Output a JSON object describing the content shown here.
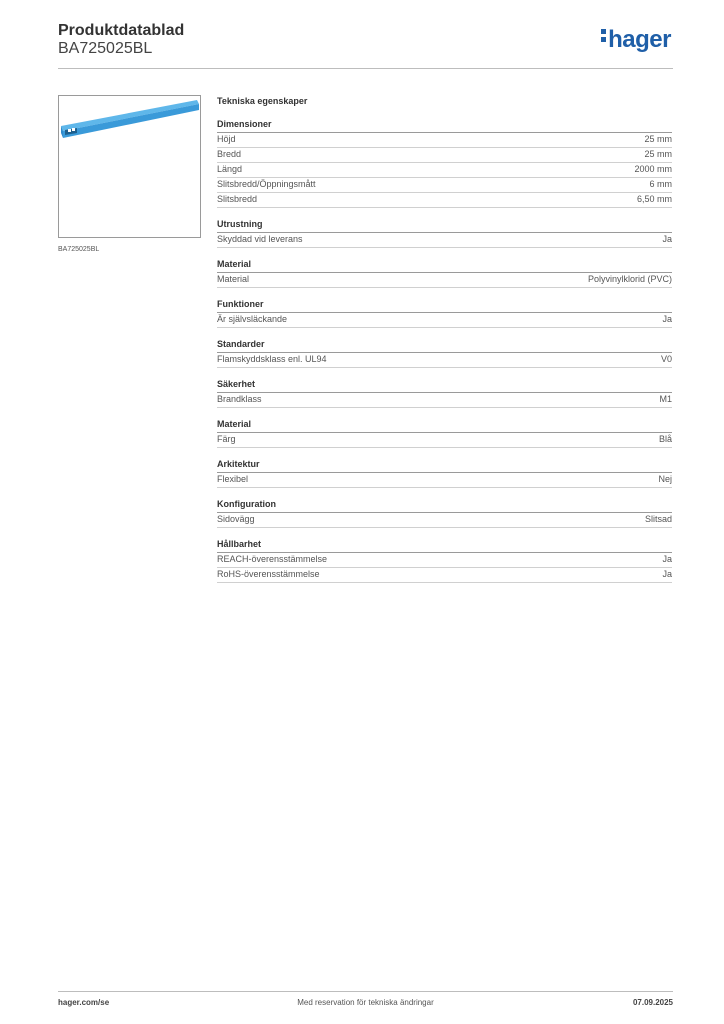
{
  "header": {
    "title": "Produktdatablad",
    "subtitle": "BA725025BL",
    "logo": "hager",
    "brand_color": "#1f5fa8"
  },
  "product": {
    "image_caption": "BA725025BL",
    "product_color": "#3a9ad9"
  },
  "specs": {
    "title": "Tekniska egenskaper",
    "groups": [
      {
        "title": "Dimensioner",
        "rows": [
          {
            "label": "Höjd",
            "value": "25 mm"
          },
          {
            "label": "Bredd",
            "value": "25 mm"
          },
          {
            "label": "Längd",
            "value": "2000 mm"
          },
          {
            "label": "Slitsbredd/Öppningsmått",
            "value": "6 mm"
          },
          {
            "label": "Slitsbredd",
            "value": "6,50 mm"
          }
        ]
      },
      {
        "title": "Utrustning",
        "rows": [
          {
            "label": "Skyddad vid leverans",
            "value": "Ja"
          }
        ]
      },
      {
        "title": "Material",
        "rows": [
          {
            "label": "Material",
            "value": "Polyvinylklorid (PVC)"
          }
        ]
      },
      {
        "title": "Funktioner",
        "rows": [
          {
            "label": "Är självsläckande",
            "value": "Ja"
          }
        ]
      },
      {
        "title": "Standarder",
        "rows": [
          {
            "label": "Flamskyddsklass enl. UL94",
            "value": "V0"
          }
        ]
      },
      {
        "title": "Säkerhet",
        "rows": [
          {
            "label": "Brandklass",
            "value": "M1"
          }
        ]
      },
      {
        "title": "Material",
        "rows": [
          {
            "label": "Färg",
            "value": "Blå"
          }
        ]
      },
      {
        "title": "Arkitektur",
        "rows": [
          {
            "label": "Flexibel",
            "value": "Nej"
          }
        ]
      },
      {
        "title": "Konfiguration",
        "rows": [
          {
            "label": "Sidovägg",
            "value": "Slitsad"
          }
        ]
      },
      {
        "title": "Hållbarhet",
        "rows": [
          {
            "label": "REACH-överensstämmelse",
            "value": "Ja"
          },
          {
            "label": "RoHS-överensstämmelse",
            "value": "Ja"
          }
        ]
      }
    ]
  },
  "footer": {
    "left": "hager.com/se",
    "center": "Med reservation för tekniska ändringar",
    "right": "07.09.2025"
  }
}
